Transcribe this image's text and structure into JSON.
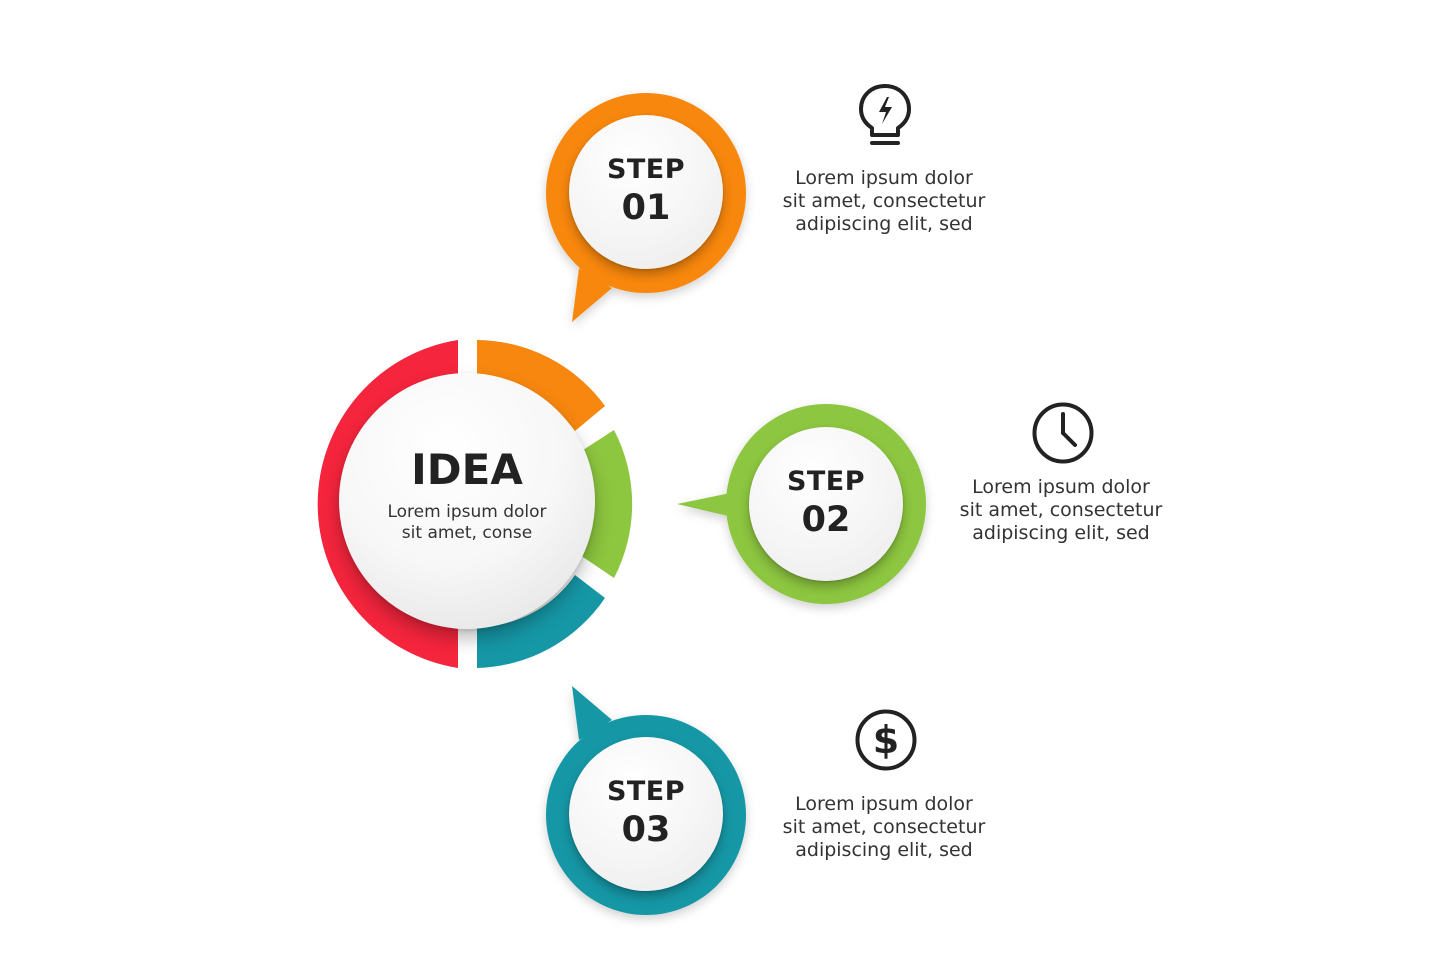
{
  "center": {
    "title": "IDEA",
    "text_line1": "Lorem ipsum dolor",
    "text_line2": "sit amet, conse"
  },
  "steps": [
    {
      "label": "STEP",
      "number": "01",
      "color": "#f7870f",
      "icon": "lightbulb-icon",
      "desc_line1": "Lorem ipsum dolor",
      "desc_line2": "sit amet, consectetur",
      "desc_line3": "adipiscing elit, sed"
    },
    {
      "label": "STEP",
      "number": "02",
      "color": "#8dc63f",
      "icon": "clock-icon",
      "desc_line1": "Lorem ipsum dolor",
      "desc_line2": "sit amet, consectetur",
      "desc_line3": "adipiscing elit, sed"
    },
    {
      "label": "STEP",
      "number": "03",
      "color": "#1697a6",
      "icon": "dollar-icon",
      "desc_line1": "Lorem ipsum dolor",
      "desc_line2": "sit amet, consectetur",
      "desc_line3": "adipiscing elit, sed"
    }
  ],
  "ring": {
    "segment_colors": [
      "#f7870f",
      "#8dc63f",
      "#1697a6",
      "#f5253d"
    ]
  }
}
